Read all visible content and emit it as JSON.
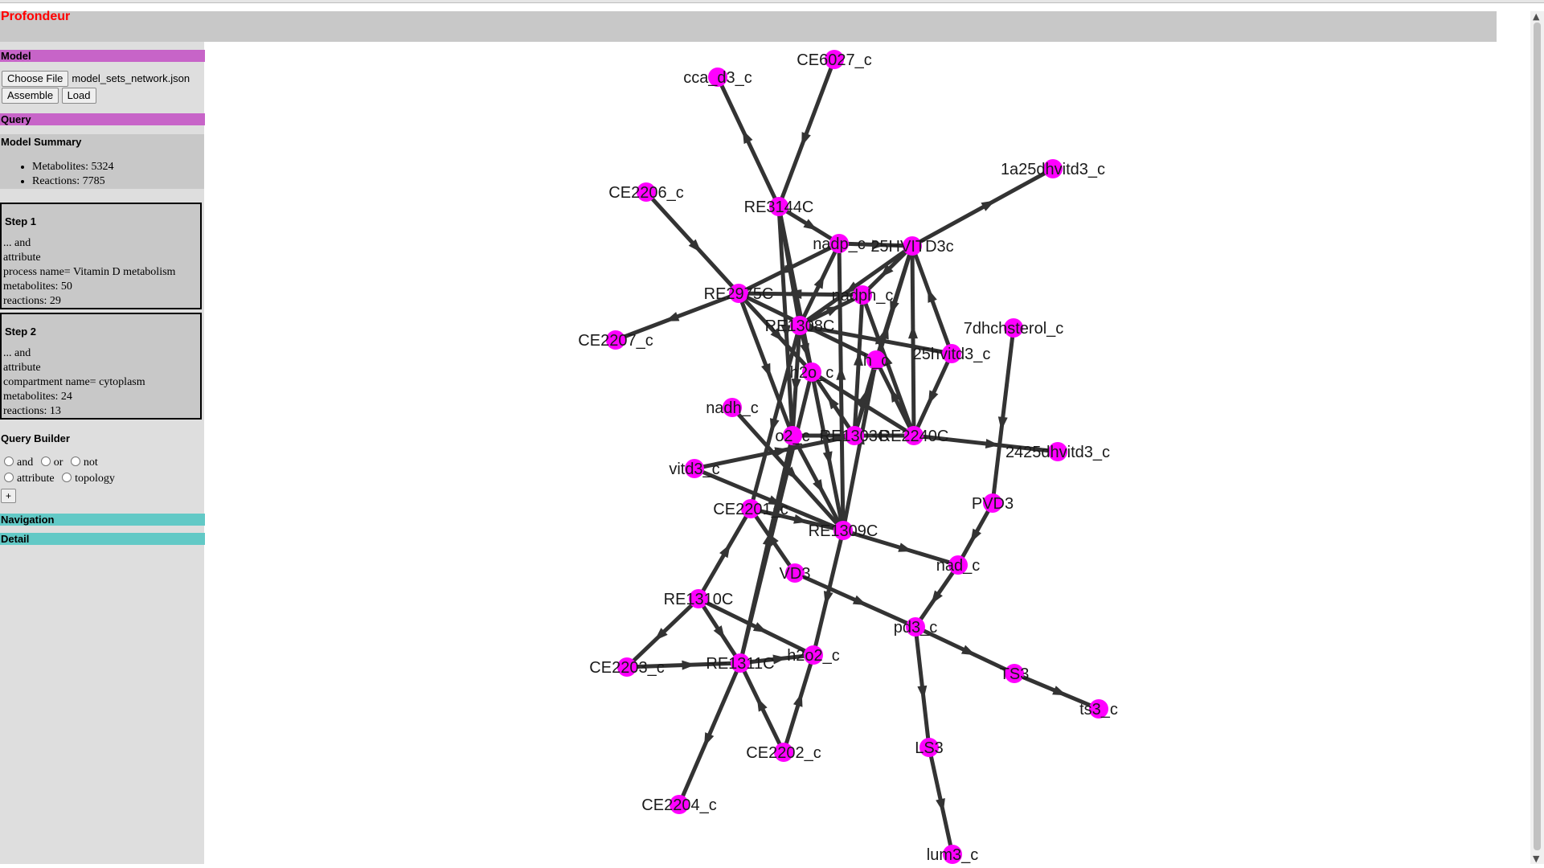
{
  "app": {
    "title": "Profondeur"
  },
  "sections": {
    "model": "Model",
    "query": "Query",
    "navigation": "Navigation",
    "detail": "Detail"
  },
  "model": {
    "choose_file_label": "Choose File",
    "file_name": "model_sets_network.json",
    "assemble_label": "Assemble",
    "load_label": "Load"
  },
  "summary": {
    "title": "Model Summary",
    "metabolites": "Metabolites: 5324",
    "reactions": "Reactions: 7785"
  },
  "steps": [
    {
      "title": "Step 1",
      "line1": "... and",
      "line2": "attribute",
      "line3": "process name= Vitamin D metabolism",
      "line4": "metabolites: 50",
      "line5": "reactions: 29"
    },
    {
      "title": "Step 2",
      "line1": "... and",
      "line2": "attribute",
      "line3": "compartment name= cytoplasm",
      "line4": "metabolites: 24",
      "line5": "reactions: 13"
    }
  ],
  "query_builder": {
    "title": "Query Builder",
    "and": "and",
    "or": "or",
    "not": "not",
    "attribute": "attribute",
    "topology": "topology",
    "add": "+"
  },
  "graph": {
    "node_color": "#ff00ff",
    "edge_color": "#333333",
    "nodes": [
      {
        "id": "CE6027_c",
        "label": "CE6027_c"
      },
      {
        "id": "cca_d3_c",
        "label": "cca_d3_c"
      },
      {
        "id": "1a25dhvitd3_c",
        "label": "1a25dhvitd3_c"
      },
      {
        "id": "CE2206_c",
        "label": "CE2206_c"
      },
      {
        "id": "RE3144C",
        "label": "RE3144C"
      },
      {
        "id": "nadp_c",
        "label": "nadp_c"
      },
      {
        "id": "25HVITD3c",
        "label": "25HVITD3c"
      },
      {
        "id": "RE2975C",
        "label": "RE2975C"
      },
      {
        "id": "nadph_c",
        "label": "nadph_c"
      },
      {
        "id": "RE1308C",
        "label": "RE1308C"
      },
      {
        "id": "7dhchsterol_c",
        "label": "7dhchsterol_c"
      },
      {
        "id": "CE2207_c",
        "label": "CE2207_c"
      },
      {
        "id": "25hvitd3_c",
        "label": "25hvitd3_c"
      },
      {
        "id": "h_c",
        "label": "h_c"
      },
      {
        "id": "h2o_c",
        "label": "h2o_c"
      },
      {
        "id": "nadh_c",
        "label": "nadh_c"
      },
      {
        "id": "o2_c",
        "label": "o2_c"
      },
      {
        "id": "RE1303C",
        "label": "RE1303C"
      },
      {
        "id": "RE2240C",
        "label": "RE2240C"
      },
      {
        "id": "2425dhvitd3_c",
        "label": "2425dhvitd3_c"
      },
      {
        "id": "vitd3_c",
        "label": "vitd3_c"
      },
      {
        "id": "PVD3",
        "label": "PVD3"
      },
      {
        "id": "CE2201_c",
        "label": "CE2201_c"
      },
      {
        "id": "RE1309C",
        "label": "RE1309C"
      },
      {
        "id": "nad_c",
        "label": "nad_c"
      },
      {
        "id": "VD3",
        "label": "VD3"
      },
      {
        "id": "RE1310C",
        "label": "RE1310C"
      },
      {
        "id": "pd3_c",
        "label": "pd3_c"
      },
      {
        "id": "h2o2_c",
        "label": "h2o2_c"
      },
      {
        "id": "CE2203_c",
        "label": "CE2203_c"
      },
      {
        "id": "RE1311C",
        "label": "RE1311C"
      },
      {
        "id": "TS3",
        "label": "TS3"
      },
      {
        "id": "ts3_c",
        "label": "ts3_c"
      },
      {
        "id": "LS3",
        "label": "LS3"
      },
      {
        "id": "CE2202_c",
        "label": "CE2202_c"
      },
      {
        "id": "CE2204_c",
        "label": "CE2204_c"
      },
      {
        "id": "lum3_c",
        "label": "lum3_c"
      }
    ],
    "edges": [
      [
        "CE6027_c",
        "RE3144C"
      ],
      [
        "RE3144C",
        "cca_d3_c"
      ],
      [
        "CE2206_c",
        "RE2975C"
      ],
      [
        "RE2975C",
        "CE2207_c"
      ],
      [
        "25HVITD3c",
        "1a25dhvitd3_c"
      ],
      [
        "RE3144C",
        "nadp_c"
      ],
      [
        "RE3144C",
        "h2o_c"
      ],
      [
        "RE3144C",
        "o2_c"
      ],
      [
        "RE3144C",
        "RE1308C"
      ],
      [
        "nadp_c",
        "RE2975C"
      ],
      [
        "nadph_c",
        "RE2975C"
      ],
      [
        "RE2975C",
        "h2o_c"
      ],
      [
        "RE2975C",
        "o2_c"
      ],
      [
        "RE2975C",
        "h_c"
      ],
      [
        "nadp_c",
        "25HVITD3c"
      ],
      [
        "25HVITD3c",
        "nadph_c"
      ],
      [
        "25HVITD3c",
        "h_c"
      ],
      [
        "25HVITD3c",
        "RE1308C"
      ],
      [
        "25hvitd3_c",
        "25HVITD3c"
      ],
      [
        "RE1308C",
        "nadp_c"
      ],
      [
        "RE1308C",
        "nadph_c"
      ],
      [
        "RE1308C",
        "25hvitd3_c"
      ],
      [
        "RE1308C",
        "h2o_c"
      ],
      [
        "RE1308C",
        "o2_c"
      ],
      [
        "RE1308C",
        "CE2201_c"
      ],
      [
        "RE1303C",
        "nadph_c"
      ],
      [
        "RE1303C",
        "h_c"
      ],
      [
        "RE1303C",
        "25HVITD3c"
      ],
      [
        "RE1303C",
        "h2o_c"
      ],
      [
        "RE1303C",
        "o2_c"
      ],
      [
        "RE2240C",
        "nadph_c"
      ],
      [
        "RE2240C",
        "h_c"
      ],
      [
        "RE2240C",
        "25HVITD3c"
      ],
      [
        "RE2240C",
        "2425dhvitd3_c"
      ],
      [
        "25hvitd3_c",
        "RE2240C"
      ],
      [
        "RE2240C",
        "h2o_c"
      ],
      [
        "RE2240C",
        "o2_c"
      ],
      [
        "vitd3_c",
        "RE1303C"
      ],
      [
        "vitd3_c",
        "RE1309C"
      ],
      [
        "o2_c",
        "RE1309C"
      ],
      [
        "h2o_c",
        "RE1309C"
      ],
      [
        "nadh_c",
        "RE1309C"
      ],
      [
        "RE1309C",
        "h_c"
      ],
      [
        "RE1309C",
        "nad_c"
      ],
      [
        "RE1309C",
        "h2o2_c"
      ],
      [
        "CE2201_c",
        "RE1309C"
      ],
      [
        "RE1309C",
        "nadp_c"
      ],
      [
        "7dhchsterol_c",
        "PVD3"
      ],
      [
        "PVD3",
        "nad_c"
      ],
      [
        "nad_c",
        "pd3_c"
      ],
      [
        "VD3",
        "CE2201_c"
      ],
      [
        "VD3",
        "pd3_c"
      ],
      [
        "pd3_c",
        "TS3"
      ],
      [
        "TS3",
        "ts3_c"
      ],
      [
        "pd3_c",
        "LS3"
      ],
      [
        "LS3",
        "lum3_c"
      ],
      [
        "RE1310C",
        "CE2201_c"
      ],
      [
        "RE1310C",
        "CE2203_c"
      ],
      [
        "RE1310C",
        "RE1311C"
      ],
      [
        "RE1310C",
        "h2o2_c"
      ],
      [
        "CE2203_c",
        "RE1311C"
      ],
      [
        "RE1311C",
        "h2o2_c"
      ],
      [
        "CE2202_c",
        "RE1311C"
      ],
      [
        "CE2202_c",
        "h2o2_c"
      ],
      [
        "RE1311C",
        "CE2204_c"
      ],
      [
        "RE1311C",
        "o2_c"
      ],
      [
        "RE1311C",
        "h2o_c"
      ]
    ]
  }
}
